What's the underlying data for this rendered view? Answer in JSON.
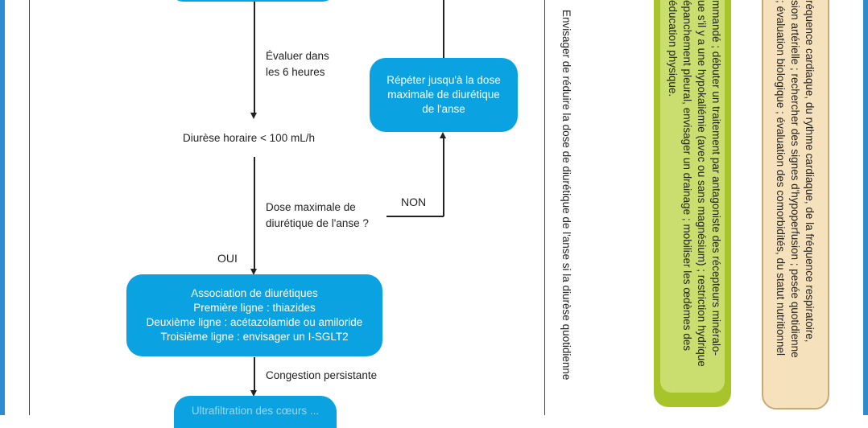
{
  "flow": {
    "eval_label_line1": "Évaluer dans",
    "eval_label_line2": "les 6 heures",
    "repeat_box_line1": "Répéter jusqu'à la dose",
    "repeat_box_line2": "maximale de diurétique",
    "repeat_box_line3": "de l'anse",
    "diuresis_text": "Diurèse horaire < 100 mL/h",
    "max_dose_question_line1": "Dose maximale de",
    "max_dose_question_line2": "diurétique de l'anse ?",
    "no_label": "NON",
    "yes_label": "OUI",
    "association_box": {
      "line1": "Association de diurétiques",
      "line2": "Première ligne : thiazides",
      "line3": "Deuxième ligne : acétazolamide ou amiloride",
      "line4": "Troisième ligne : envisager un I-SGLT2"
    },
    "persistent_congestion_label": "Congestion persistante",
    "bottom_box_partial": "Ultrafiltration des cœurs ..."
  },
  "side_text": {
    "reduce_dose": "Envisager de réduire la dose de diurétique de l'anse si la diurèse quotidienne"
  },
  "green_panel": {
    "line1": "mmandé ; débuter un traitement par antagoniste des récepteurs minéralo-",
    "line2": "ue s'il y a une hypokaliémie (avec ou sans magnésium) ; restriction hydrique",
    "line3": "épanchement pleural, envisager un drainage ; mobiliser les œdèmes des",
    "line4": "éducation physique."
  },
  "beige_panel": {
    "line1": "réquence cardiaque, du rythme cardiaque, de la fréquence respiratoire,",
    "line2": "sion artérielle ; rechercher des signes d'hypoperfusion ; pesée quotidienne",
    "line3": " ; évaluation biologique ; évaluation des comorbidités, du statut nutritionnel"
  },
  "colors": {
    "box_blue": "#0aa2e0",
    "frame_blue": "#2d8ccd",
    "green_panel": "#a7c52a",
    "beige_panel": "#f5e2bd"
  }
}
